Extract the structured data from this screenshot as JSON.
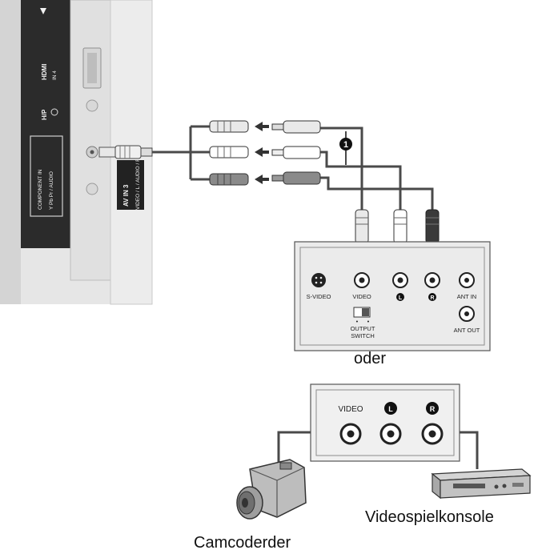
{
  "tv_panel": {
    "hdmi_label": "HDMI",
    "hdmi_sub": "IN 4",
    "headphone_label": "H/P",
    "component_label": "COMPONENT IN",
    "component_sub": "Y Pb Pr / AUDIO",
    "av_label": "AV IN 3",
    "av_sub": "VIDEO / L / AUDIO / R"
  },
  "callout_number": "1",
  "vcr": {
    "svideo_label": "S-VIDEO",
    "video_label": "VIDEO",
    "left_label": "L",
    "right_label": "R",
    "ant_in_label": "ANT IN",
    "ant_out_label": "ANT OUT",
    "switch_label_1": "OUTPUT",
    "switch_label_2": "SWITCH"
  },
  "or_label": "oder",
  "device_panel": {
    "video_label": "VIDEO",
    "left_label": "L",
    "right_label": "R"
  },
  "camcorder_label": "Camcoderder",
  "console_label": "Videospielkonsole"
}
